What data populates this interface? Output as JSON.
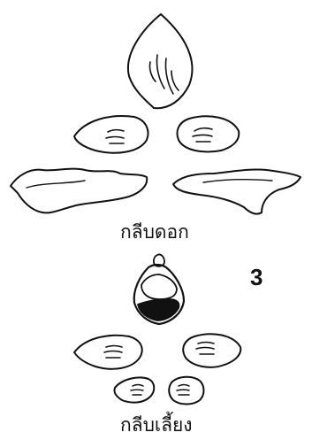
{
  "figure": {
    "number": "3",
    "petals_caption": "กลีบดอก",
    "sepals_caption": "กลีบเลี้ยง"
  },
  "colors": {
    "ink": "#111111",
    "background": "#ffffff"
  }
}
